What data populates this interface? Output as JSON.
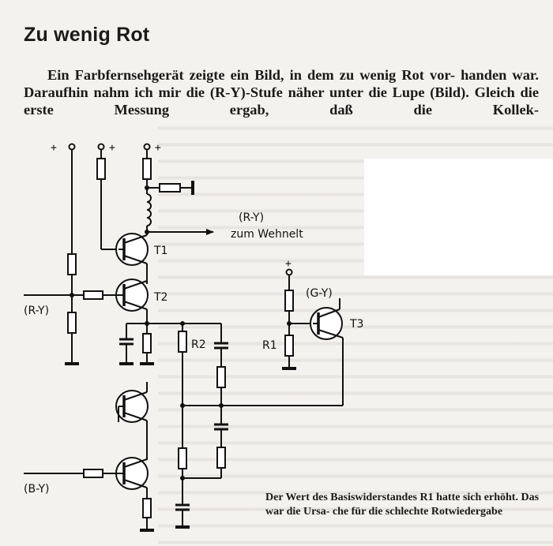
{
  "article": {
    "heading": "Zu wenig Rot",
    "intro_lines": [
      "Ein Farbfernsehgerät zeigte ein Bild, in dem zu wenig Rot vor-",
      "handen war. Daraufhin nahm ich mir die (R-Y)-Stufe näher unter",
      "die Lupe (Bild). Gleich die erste Messung ergab, daß die Kollek-"
    ],
    "caption_lines": [
      "Der Wert des Basiswiderstandes R1",
      "hatte sich erhöht. Das war die Ursa-",
      "che für die schlechte Rotwiedergabe"
    ]
  },
  "schematic": {
    "supply_plus": "+",
    "output_signal": "(R-Y)",
    "output_target": "zum Wehnelt",
    "input_ry": "(R-Y)",
    "input_by": "(B-Y)",
    "input_gy": "(G-Y)",
    "t1": "T1",
    "t2": "T2",
    "t3": "T3",
    "r1": "R1",
    "r2": "R2"
  }
}
